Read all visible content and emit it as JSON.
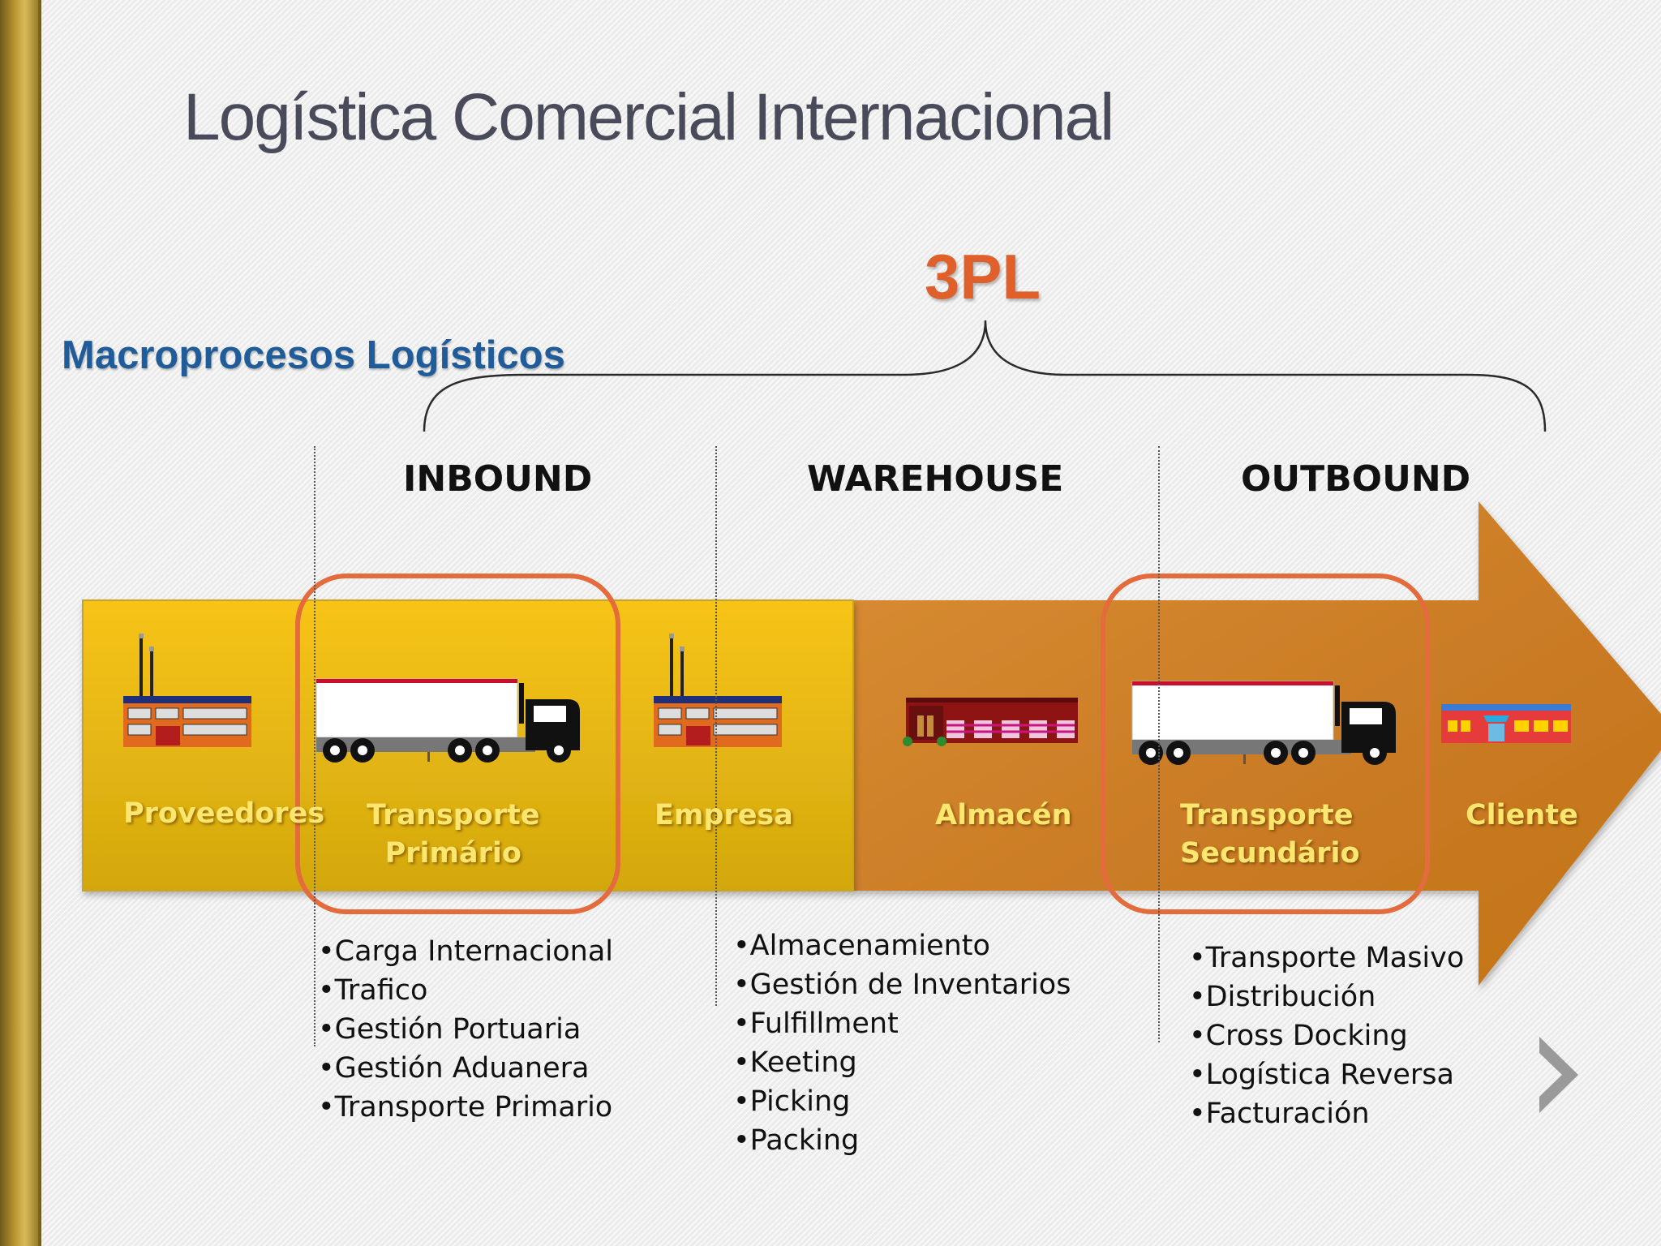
{
  "slide": {
    "title": "Logística Comercial Internacional",
    "subtitle": "Macroprocesos Logísticos",
    "bracket_label": "3PL"
  },
  "phases": {
    "inbound": "INBOUND",
    "warehouse": "WAREHOUSE",
    "outbound": "OUTBOUND"
  },
  "stages": {
    "proveedores": "Proveedores",
    "transporte_primario": [
      "Transporte",
      "Primário"
    ],
    "empresa": "Empresa",
    "almacen": "Almacén",
    "transporte_secundario": [
      "Transporte",
      "Secundário"
    ],
    "cliente": "Cliente"
  },
  "tasks": {
    "inbound": [
      "Carga Internacional",
      "Trafico",
      "Gestión Portuaria",
      "Gestión Aduanera",
      "Transporte Primario"
    ],
    "warehouse": [
      "Almacenamiento",
      "Gestión de Inventarios",
      "Fulfillment",
      "Keeting",
      "Picking",
      "Packing"
    ],
    "outbound": [
      "Transporte Masivo",
      "Distribución",
      "Cross Docking",
      "Logística Reversa",
      "Facturación"
    ]
  },
  "colors": {
    "yellow_band": "#f4bb14",
    "orange_band": "#d18a30",
    "highlight_ring": "#e36b3c",
    "title": "#4a4b5a",
    "subtitle": "#1f5c99",
    "bracket_label": "#e0602b"
  },
  "icons": [
    "factory-icon",
    "truck-icon",
    "warehouse-icon",
    "store-icon",
    "next-slide-icon"
  ]
}
